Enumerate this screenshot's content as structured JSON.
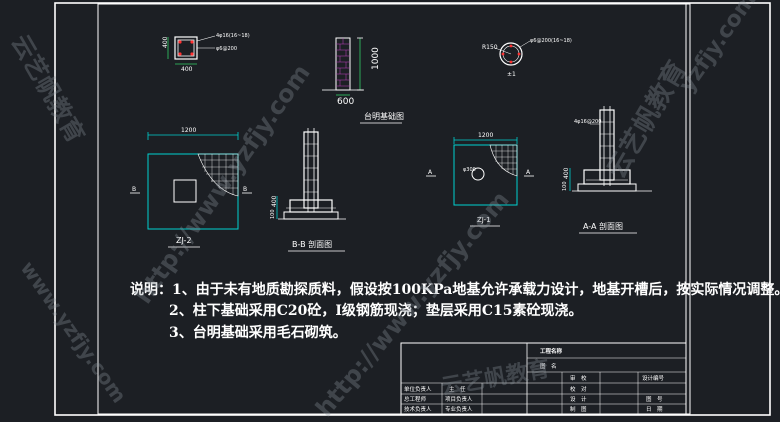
{
  "drawing": {
    "column_section": {
      "dim_width": "400",
      "dim_height": "400",
      "rebar_callout": "4φ16(16~18)",
      "stirrup_callout": "φ6@200"
    },
    "brick_base": {
      "dim_height": "1000",
      "dim_width": "600",
      "caption": "台明基础图"
    },
    "round_column": {
      "radius_label": "R150",
      "rebar_callout": "φ6@200(16~18)",
      "marker": "±1"
    },
    "zj2_plan": {
      "dim_width": "1200",
      "section_left": "B",
      "section_right": "B",
      "caption": "ZJ-2"
    },
    "bb_section": {
      "dim_400": "400",
      "dim_100": "100",
      "caption": "B-B 剖面图"
    },
    "zj1_plan": {
      "dim_width": "1200",
      "section_left": "A",
      "section_right": "A",
      "diameter_label": "φ300",
      "caption": "ZJ-1"
    },
    "aa_section": {
      "rebar_callout": "4φ16@200",
      "dim_400": "400",
      "dim_100": "100",
      "caption": "A-A 剖面图"
    }
  },
  "notes": {
    "line1": "说明：1、由于未有地质勘探质料，假设按100KPa地基允许承载力设计，地基开槽后，按实际情况调整。",
    "line2": "2、柱下基础采用C20砼，I级钢筋现浇；垫层采用C15素砼现浇。",
    "line3": "3、台明基础采用毛石砌筑。"
  },
  "title_block": {
    "project_name": "工程名称",
    "drawing_name": "图　名",
    "audit": "审　校",
    "check": "校　对",
    "design": "设　计",
    "draw": "制　图",
    "drawing_no": "设计编号",
    "sheet_no": "图　号",
    "date": "日　期",
    "unit_head": "单位负责人",
    "chief_engineer": "总工程师",
    "tech_head": "技术负责人",
    "item_chief": "主　任",
    "project_head": "项目负责人",
    "specialty_head": "专业负责人"
  },
  "watermarks": [
    "云艺帆教育",
    "http://www.yzfjy.com",
    "云艺帆教育",
    "http://www.yzfjy.com",
    "yzfjy.com",
    "www.yzfjy.com",
    "云艺帆教育"
  ],
  "colors": {
    "background": "#1c1f24",
    "line_white": "#ffffff",
    "dim_cyan": "#00d0d0",
    "dim_green": "#33cc66",
    "hatch_magenta": "#c040c0",
    "highlight_red": "#ff3030"
  }
}
